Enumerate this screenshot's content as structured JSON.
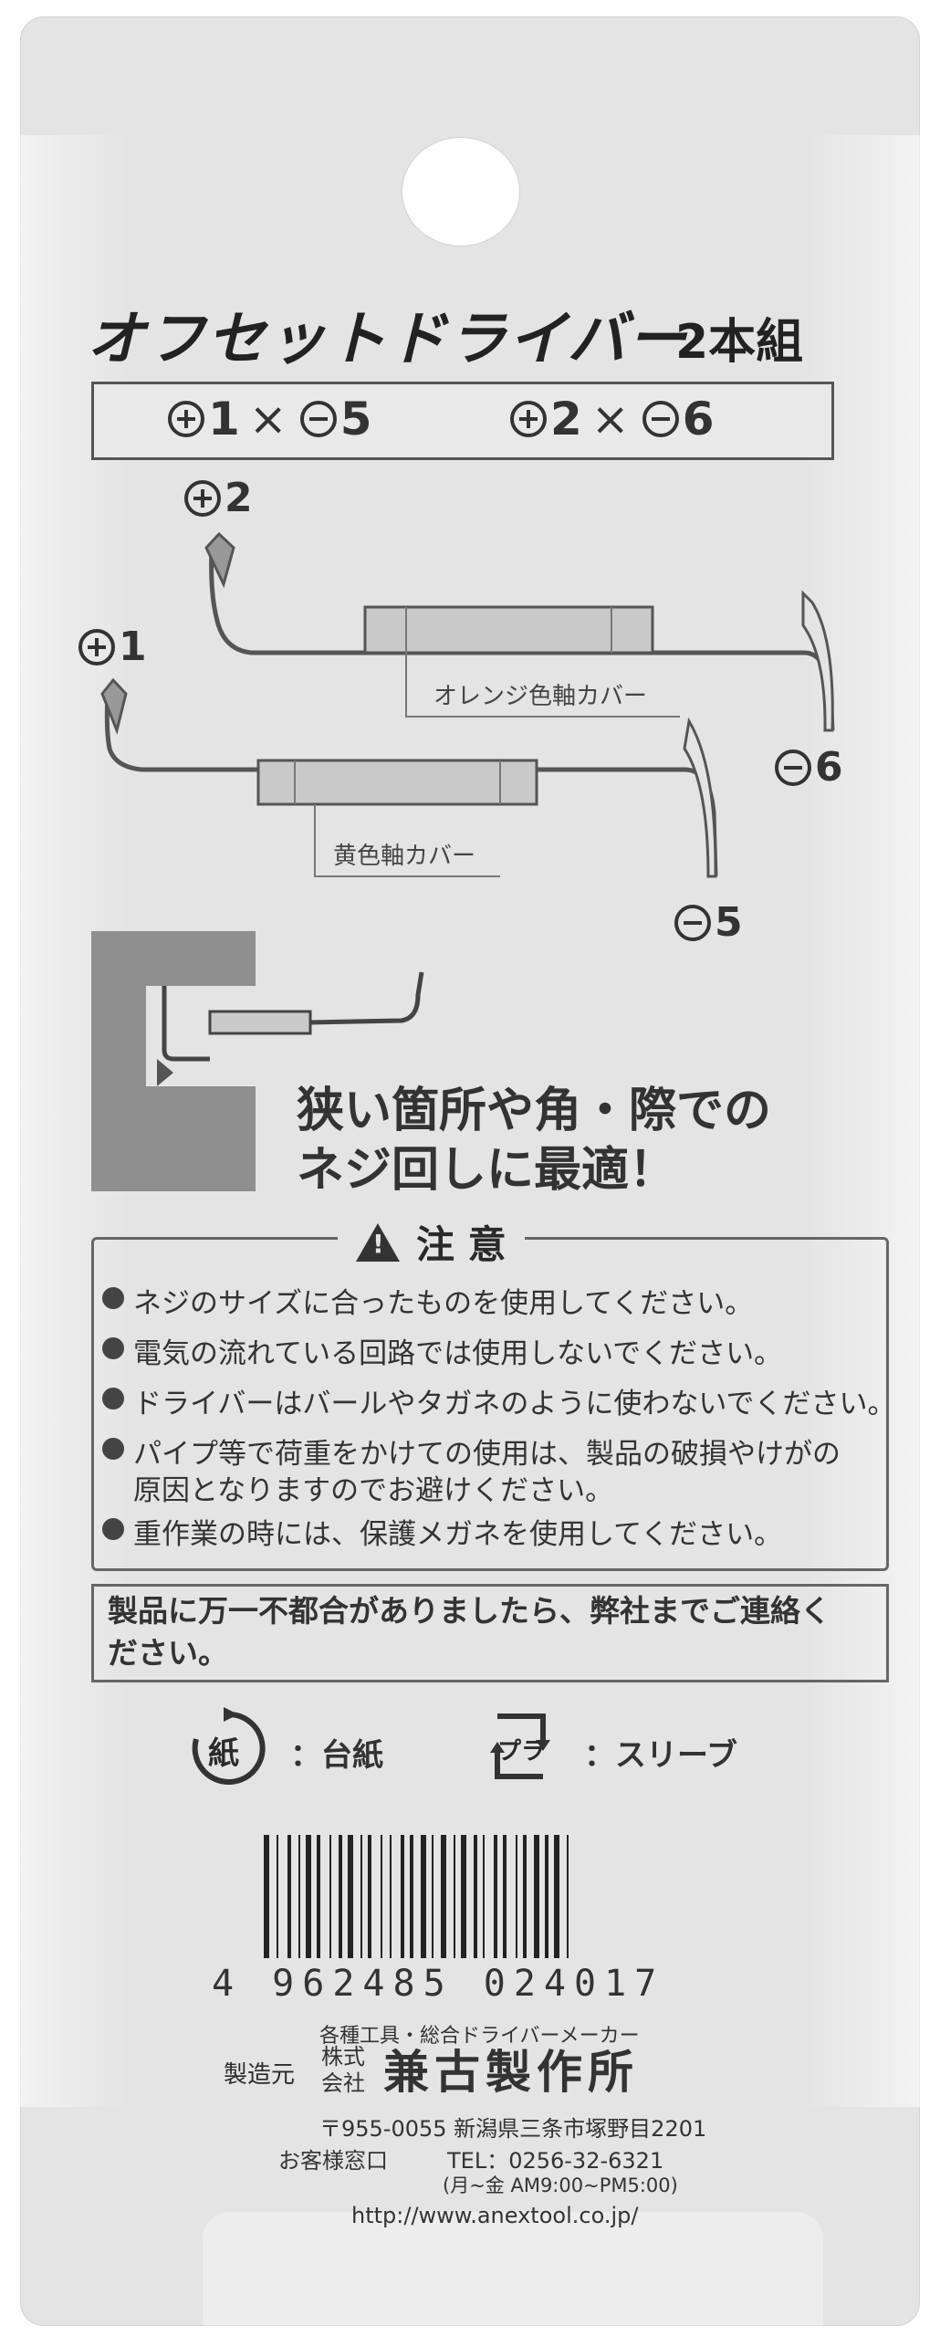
{
  "title": {
    "main": "オフセットドライバー",
    "sub": "2本組"
  },
  "spec": [
    {
      "plus": "1",
      "sep": "×",
      "minus": "5"
    },
    {
      "plus": "2",
      "sep": "×",
      "minus": "6"
    }
  ],
  "diagram": {
    "top_plus_label": "2",
    "top_minus_label": "6",
    "top_cover": "オレンジ色軸カバー",
    "bottom_plus_label": "1",
    "bottom_minus_label": "5",
    "bottom_cover": "黄色軸カバー"
  },
  "headline": {
    "line1": "狭い箇所や角・際での",
    "line2": "ネジ回しに最適！"
  },
  "caution": {
    "title": "注 意",
    "items": [
      "ネジのサイズに合ったものを使用してください。",
      "電気の流れている回路では使用しないでください。",
      "ドライバーはバールやタガネのように使わないでください。",
      "パイプ等で荷重をかけての使用は、製品の破損やけがの",
      "原因となりますのでお避けください。",
      "重作業の時には、保護メガネを使用してください。"
    ]
  },
  "notice": "製品に万一不都合がありましたら、弊社までご連絡ください。",
  "recycle": {
    "paper_symbol": "紙",
    "paper_label": "：台紙",
    "plastic_symbol": "プラ",
    "plastic_label": "：スリーブ"
  },
  "barcode_number": "4 962485 024017",
  "maker": {
    "tagline": "各種工具・総合ドライバーメーカー",
    "role": "製造元",
    "corp_line1": "株式",
    "corp_line2": "会社",
    "name": "兼古製作所",
    "address": "〒955-0055 新潟県三条市塚野目2201",
    "contact_label": "お客様窓口",
    "tel": "TEL：0256-32-6321",
    "hours": "(月~金 AM9:00~PM5:00)",
    "url": "http://www.anextool.co.jp/"
  },
  "colors": {
    "card": "#e4e4e4",
    "ink": "#333333",
    "cover_fill": "#c9c9c9"
  }
}
